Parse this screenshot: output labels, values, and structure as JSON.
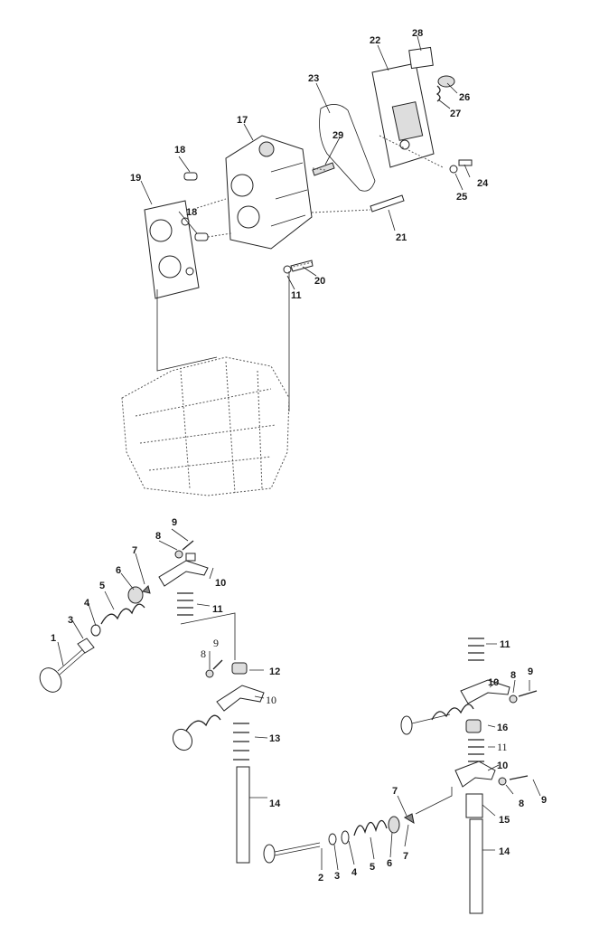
{
  "callouts": {
    "c1": "1",
    "c2": "2",
    "c3a": "3",
    "c3b": "3",
    "c4a": "4",
    "c4b": "4",
    "c5a": "5",
    "c5b": "5",
    "c6a": "6",
    "c6b": "6",
    "c7a": "7",
    "c7b": "7",
    "c7c": "7",
    "c8a": "8",
    "c8b": "8",
    "c8c": "8",
    "c8d": "8",
    "c9a": "9",
    "c9b": "9",
    "c9c": "9",
    "c9d": "9",
    "c10a": "10",
    "c10b": "10",
    "c10c": "10",
    "c10d": "10",
    "c11a": "11",
    "c11b": "11",
    "c11c": "11",
    "c11d": "11",
    "c12": "12",
    "c13": "13",
    "c14a": "14",
    "c14b": "14",
    "c15": "15",
    "c16": "16",
    "c17": "17",
    "c18a": "18",
    "c18b": "18",
    "c19": "19",
    "c20": "20",
    "c21": "21",
    "c22": "22",
    "c23": "23",
    "c24": "24",
    "c25": "25",
    "c26": "26",
    "c27": "27",
    "c28": "28",
    "c29": "29"
  },
  "colors": {
    "line": "#222222",
    "background": "#ffffff",
    "shade": "#888888"
  }
}
